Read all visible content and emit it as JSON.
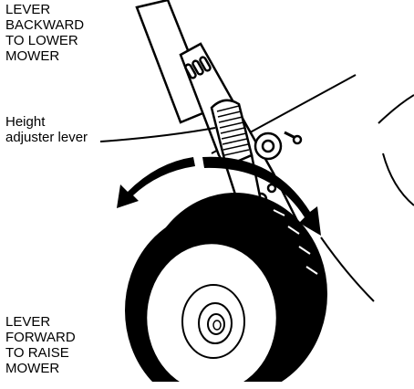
{
  "labels": {
    "lower": [
      "LEVER",
      "BACKWARD",
      "TO LOWER",
      "MOWER"
    ],
    "lever": [
      "Height",
      "adjuster lever"
    ],
    "raise": [
      "LEVER",
      "FORWARD",
      "TO RAISE",
      "MOWER"
    ]
  }
}
